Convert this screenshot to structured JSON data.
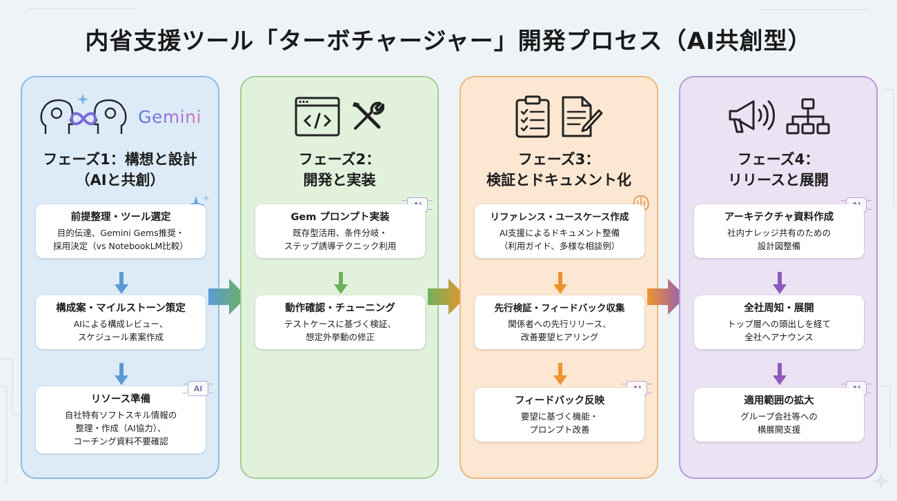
{
  "title": "内省支援ツール「ターボチャージャー」開発プロセス（AI共創型）",
  "colors": {
    "phase1": "#5b9bd5",
    "phase2": "#6fb15a",
    "phase3": "#f0932e",
    "phase4": "#8e5bbd"
  },
  "phases": [
    {
      "title_line1": "フェーズ1：構想と設計",
      "title_line2": "（AIと共創）",
      "brand": "Gemini",
      "icons": [
        "brain-gears-icon",
        "infinity-link-icon",
        "gemini-logo"
      ],
      "cards": [
        {
          "title": "前提整理・ツール選定",
          "body1": "目的伝達、Gemini Gems推奨・",
          "body2": "採用決定（vs NotebookLM比較）"
        },
        {
          "title": "構成案・マイルストーン策定",
          "body1": "AIによる構成レビュー、",
          "body2": "スケジュール素案作成"
        },
        {
          "title": "リソース準備",
          "body1": "自社特有ソフトスキル情報の",
          "body2": "整理・作成（AI協力）、",
          "body3": "コーチング資料不要確認"
        }
      ]
    },
    {
      "title_line1": "フェーズ2：",
      "title_line2": "開発と実装",
      "icons": [
        "code-window-icon",
        "tools-icon"
      ],
      "cards": [
        {
          "title": "Gem プロンプト実装",
          "body1": "既存型活用、条件分岐・",
          "body2": "ステップ誘導テクニック利用"
        },
        {
          "title": "動作確認・チューニング",
          "body1": "テストケースに基づく検証、",
          "body2": "想定外挙動の修正"
        }
      ]
    },
    {
      "title_line1": "フェーズ3：",
      "title_line2": "検証とドキュメント化",
      "icons": [
        "clipboard-checklist-icon",
        "document-pen-icon"
      ],
      "cards": [
        {
          "title": "リファレンス・ユースケース作成",
          "body1": "AI支援によるドキュメント整備",
          "body2": "（利用ガイド、多様な相談例）"
        },
        {
          "title": "先行検証・フィードバック収集",
          "body1": "関係者への先行リリース、",
          "body2": "改善要望ヒアリング"
        },
        {
          "title": "フィードバック反映",
          "body1": "要望に基づく機能・",
          "body2": "プロンプト改善"
        }
      ]
    },
    {
      "title_line1": "フェーズ4：",
      "title_line2": "リリースと展開",
      "icons": [
        "megaphone-icon",
        "org-chart-icon"
      ],
      "cards": [
        {
          "title": "アーキテクチャ資料作成",
          "body1": "社内ナレッジ共有のための",
          "body2": "設計図整備"
        },
        {
          "title": "全社周知・展開",
          "body1": "トップ層への頭出しを経て",
          "body2": "全社へアナウンス"
        },
        {
          "title": "適用範囲の拡大",
          "body1": "グループ会社等への",
          "body2": "横展開支援"
        }
      ]
    }
  ],
  "ai_badge": "AI"
}
